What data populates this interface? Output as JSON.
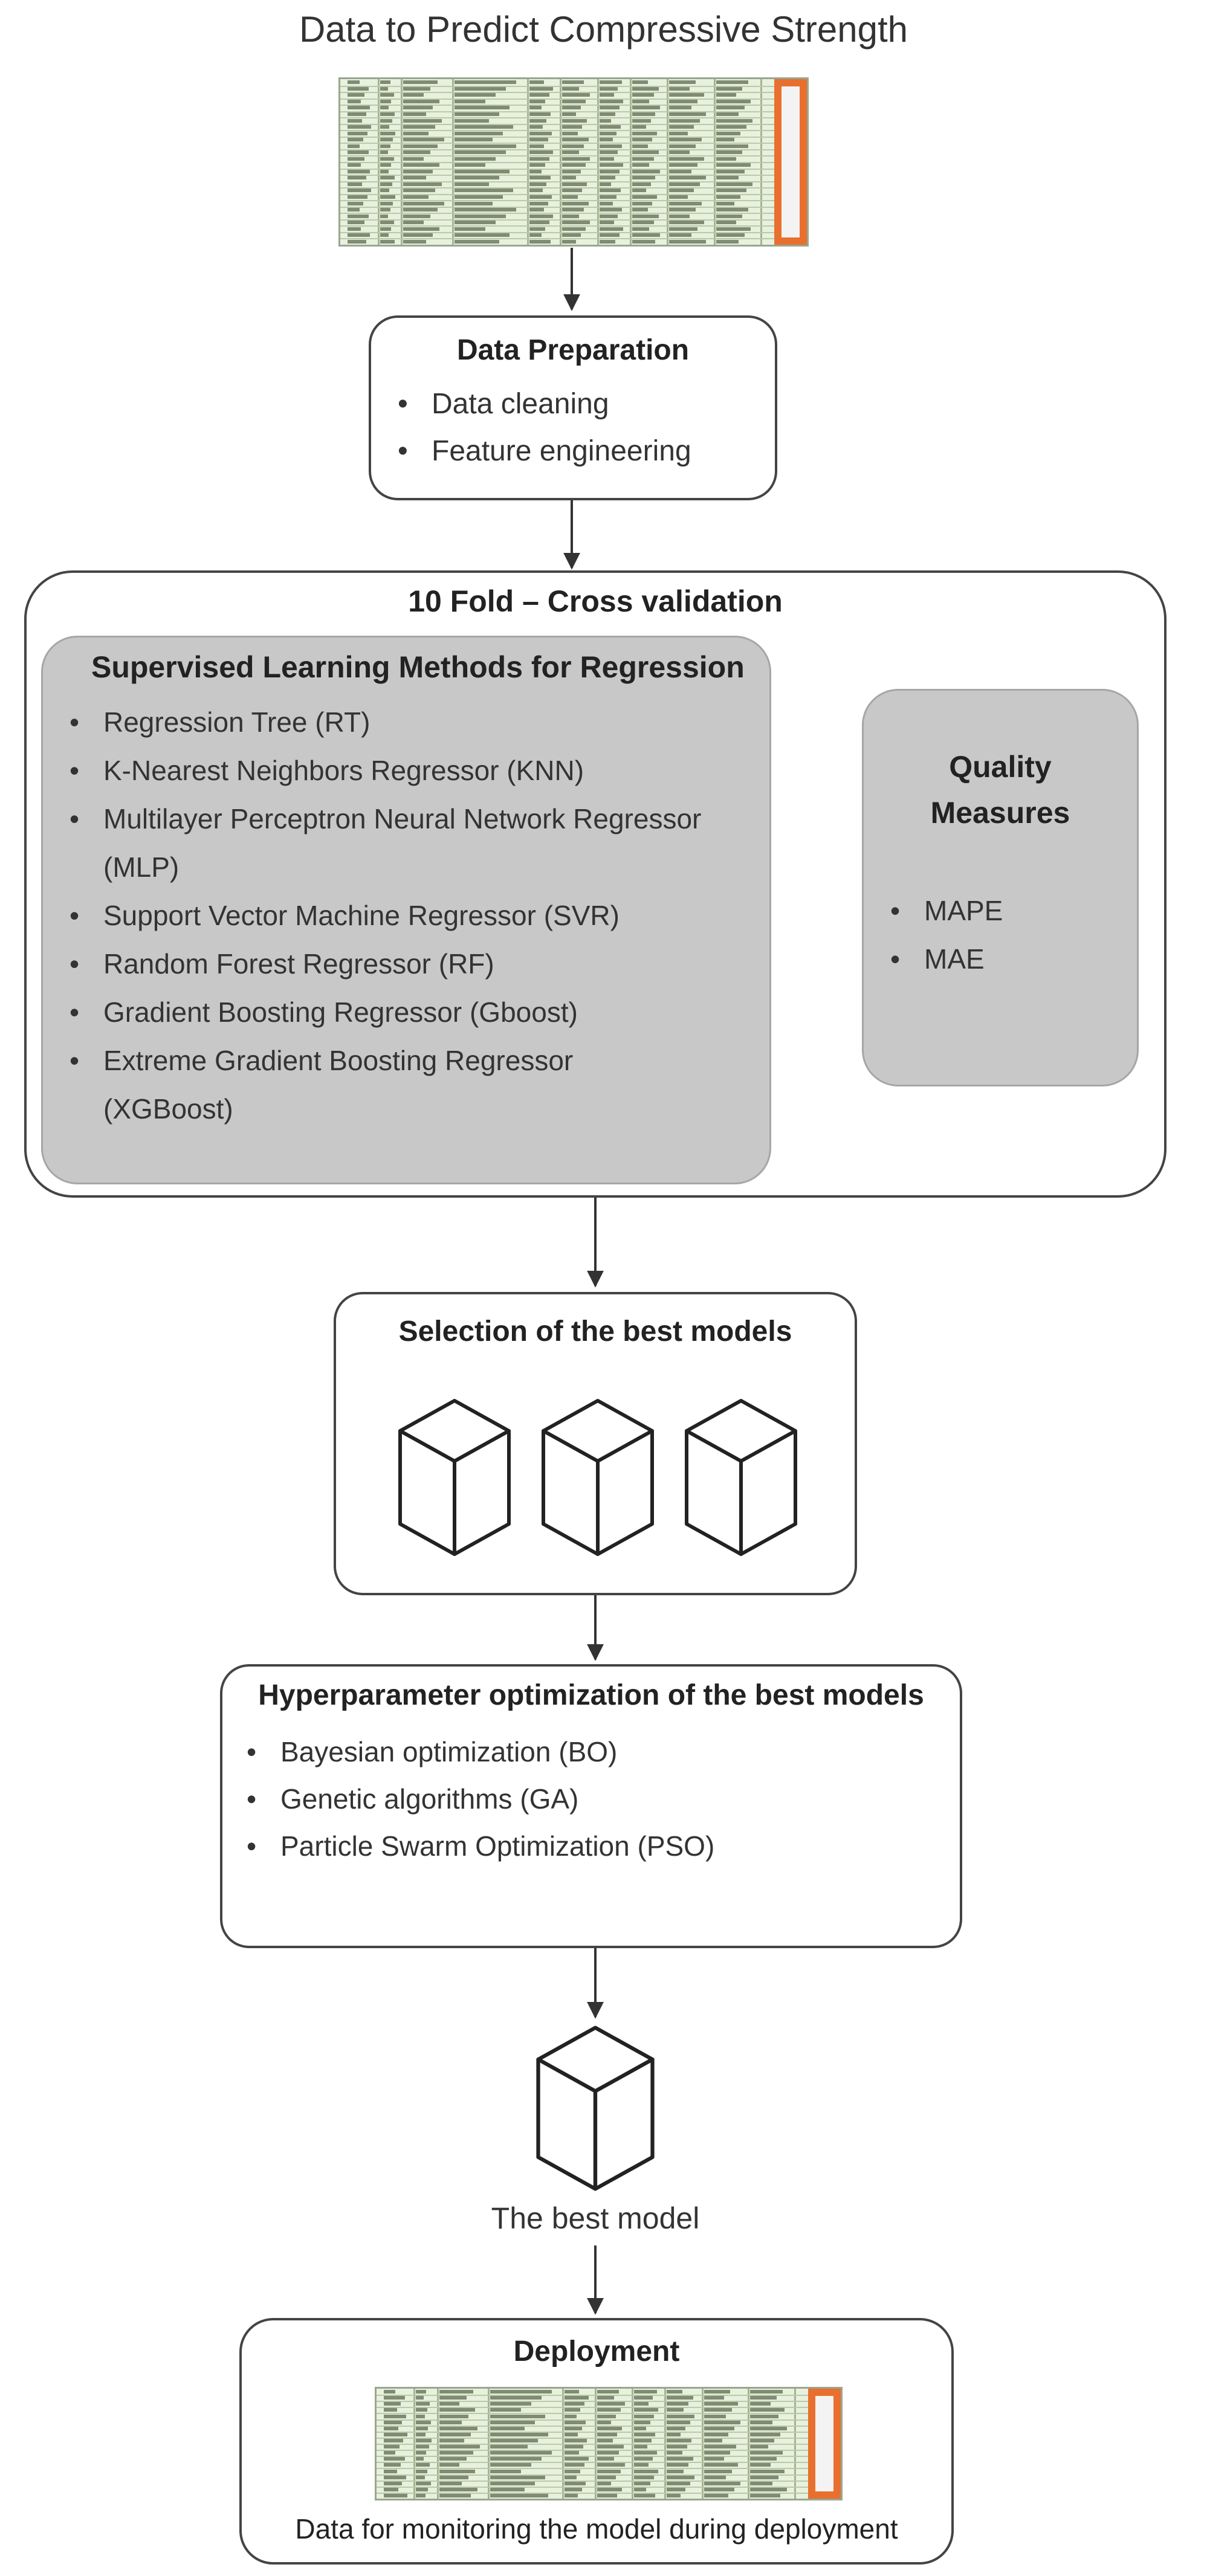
{
  "diagram": {
    "top_caption": "Data to Predict Compressive Strength",
    "data_preparation": {
      "title": "Data Preparation",
      "items": [
        "Data cleaning",
        "Feature engineering"
      ]
    },
    "cross_validation": {
      "title": "10 Fold – Cross validation",
      "methods": {
        "title": "Supervised Learning Methods for Regression",
        "items": [
          "Regression Tree (RT)",
          "K-Nearest Neighbors Regressor (KNN)",
          "Multilayer Perceptron Neural Network Regressor (MLP)",
          "Support Vector Machine Regressor (SVR)",
          "Random Forest Regressor (RF)",
          "Gradient Boosting Regressor (Gboost)",
          "Extreme Gradient Boosting Regressor (XGBoost)"
        ]
      },
      "quality": {
        "title": "Quality Measures",
        "items": [
          "MAPE",
          "MAE"
        ]
      }
    },
    "selection": {
      "title": "Selection of the best models"
    },
    "hyperparameter": {
      "title": "Hyperparameter optimization of the best models",
      "items": [
        "Bayesian optimization (BO)",
        "Genetic algorithms (GA)",
        "Particle Swarm  Optimization (PSO)"
      ]
    },
    "best_model_caption": "The best model",
    "deployment": {
      "title": "Deployment",
      "caption": "Data for monitoring the model during deployment"
    },
    "colors": {
      "line": "#444444",
      "panel_gray": "#c8c8c8",
      "panel_border": "#a6a6a6",
      "arrow_gray": "#a6a6a6",
      "sheet_green": "#e7f1dd",
      "highlight_orange": "#e86f2e"
    }
  }
}
